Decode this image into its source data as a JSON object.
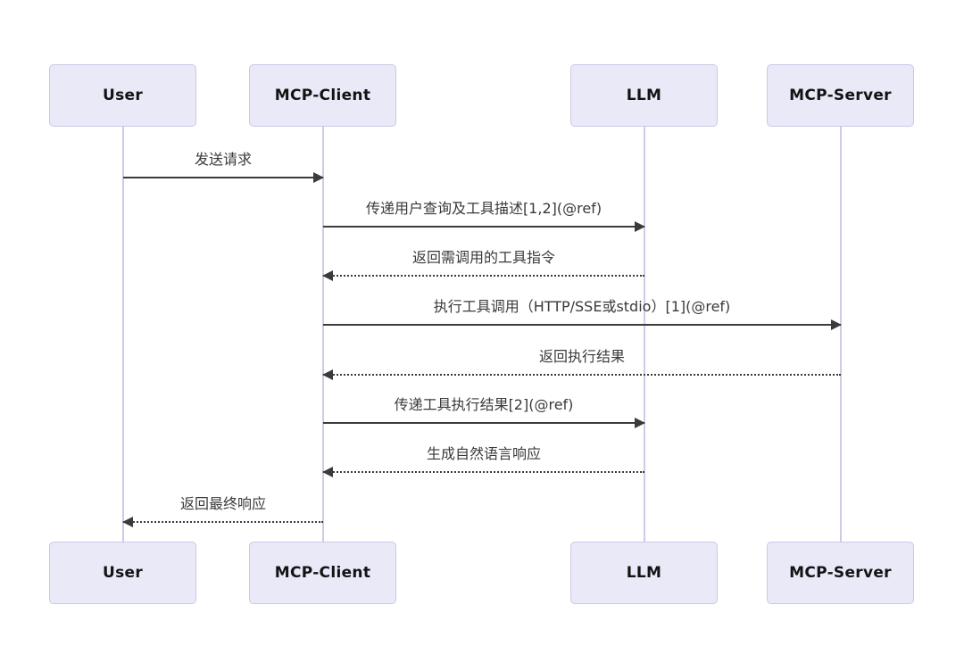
{
  "diagram": {
    "type": "sequence",
    "actors": [
      {
        "name": "User"
      },
      {
        "name": "MCP-Client"
      },
      {
        "name": "LLM"
      },
      {
        "name": "MCP-Server"
      }
    ],
    "messages": [
      {
        "from": "User",
        "to": "MCP-Client",
        "label": "发送请求",
        "style": "solid"
      },
      {
        "from": "MCP-Client",
        "to": "LLM",
        "label": "传递用户查询及工具描述[1,2](@ref)",
        "style": "solid"
      },
      {
        "from": "LLM",
        "to": "MCP-Client",
        "label": "返回需调用的工具指令",
        "style": "dashed"
      },
      {
        "from": "MCP-Client",
        "to": "MCP-Server",
        "label": "执行工具调用（HTTP/SSE或stdio）[1](@ref)",
        "style": "solid"
      },
      {
        "from": "MCP-Server",
        "to": "MCP-Client",
        "label": "返回执行结果",
        "style": "dashed"
      },
      {
        "from": "MCP-Client",
        "to": "LLM",
        "label": "传递工具执行结果[2](@ref)",
        "style": "solid"
      },
      {
        "from": "LLM",
        "to": "MCP-Client",
        "label": "生成自然语言响应",
        "style": "dashed"
      },
      {
        "from": "MCP-Client",
        "to": "User",
        "label": "返回最终响应",
        "style": "dashed"
      }
    ],
    "colors": {
      "background": "#FFFFFF",
      "actor_fill": "#E9E9F8",
      "actor_border": "#C9C9E8",
      "lifeline": "#CCCCE8",
      "arrow": "#3B3B3B",
      "text": "#3A3A3A"
    }
  }
}
